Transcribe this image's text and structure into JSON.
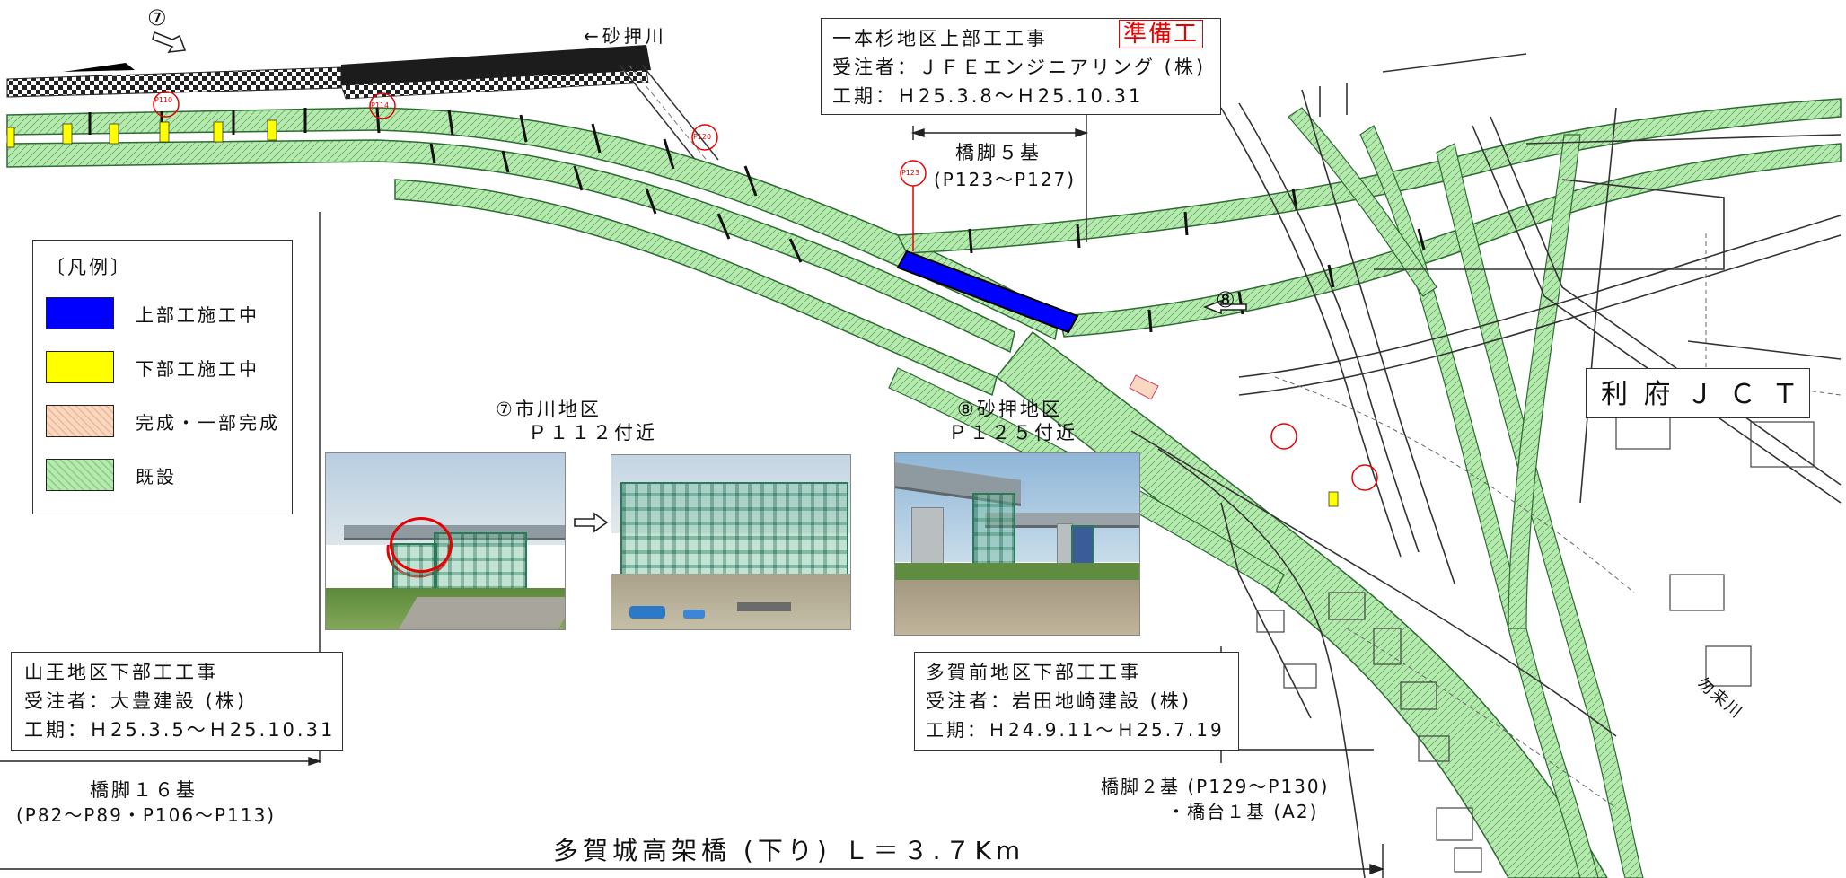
{
  "labels": {
    "marker7": "⑦",
    "marker8": "⑧",
    "river_sunaoshi": "←砂押川",
    "river_kanno": "勿来川",
    "pier5_title": "橋脚５基",
    "pier5_range": "(P123～P127)",
    "junction": "利 府 Ｊ Ｃ Ｔ",
    "pier16_title": "橋脚１６基",
    "pier16_range": "(P82～P89・P106～P113)",
    "pier2_line1": "橋脚２基 (P129～P130)",
    "pier2_line2": "・橋台１基 (A2)",
    "bridge_title": "多賀城高架橋 (下り) Ｌ＝３.７Km",
    "photo7_line1": "⑦市川地区",
    "photo7_line2": "Ｐ１１２付近",
    "photo8_line1": "⑧砂押地区",
    "photo8_line2": "Ｐ１２５付近",
    "p110": "P110",
    "p114": "P114",
    "p120": "P120",
    "p123": "P123"
  },
  "contracts": {
    "ippon": {
      "name": "一本杉地区上部工工事",
      "status": "準備工",
      "contractor": "受注者：ＪＦＥエンジニアリング (株)",
      "period": "工期：Ｈ25.3.8～Ｈ25.10.31"
    },
    "sanno": {
      "name": "山王地区下部工工事",
      "contractor": "受注者：大豊建設 (株)",
      "period": "工期：Ｈ25.3.5～Ｈ25.10.31"
    },
    "tagamae": {
      "name": "多賀前地区下部工工事",
      "contractor": "受注者：岩田地崎建設 (株)",
      "period": "工期：Ｈ24.9.11～Ｈ25.7.19"
    }
  },
  "legend": {
    "title": "〔凡例〕",
    "items": [
      {
        "label": "上部工施工中",
        "color": "#0000ff"
      },
      {
        "label": "下部工施工中",
        "color": "#ffff00"
      },
      {
        "label": "完成・一部完成",
        "color": "#f8d8c0"
      },
      {
        "label": "既設",
        "color": "#b7e9b0"
      }
    ]
  },
  "colors": {
    "existing": "#b7e9b0",
    "upper_work": "#0000ff",
    "lower_work": "#ffff00",
    "completed": "#f8d8c0",
    "marker_red": "#e60000"
  }
}
